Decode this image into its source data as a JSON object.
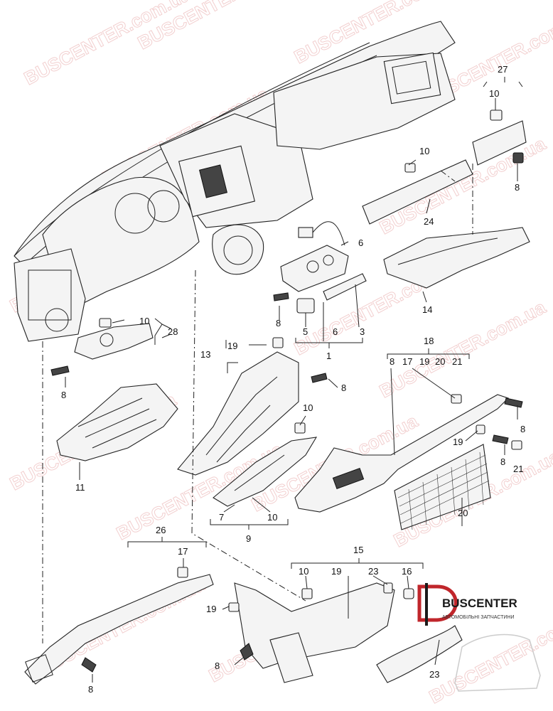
{
  "watermark": {
    "text": "BUSCENTER.com.ua",
    "color": "#e8a9a9"
  },
  "logo": {
    "name": "BUSCENTER",
    "tagline": "АВТОМОБІЛЬНІ ЗАПЧАСТИНИ",
    "accent": "#c0262b"
  },
  "labels": {
    "p27": "27",
    "p10a": "10",
    "p8a": "8",
    "p10b": "10",
    "p24": "24",
    "p6a": "6",
    "p14": "14",
    "p10c": "10",
    "p28": "28",
    "p8b": "8",
    "p5": "5",
    "p6b": "6",
    "p3": "3",
    "p1": "1",
    "p19a": "19",
    "p13": "13",
    "p8c": "8",
    "p18": "18",
    "p8d": "8",
    "p17a": "17",
    "p19b": "19",
    "p20a": "20",
    "p21a": "21",
    "p8e": "8",
    "p8f": "8",
    "p10d": "10",
    "p19c": "19",
    "p8g": "8",
    "p21b": "21",
    "p11": "11",
    "p7": "7",
    "p10e": "10",
    "p9": "9",
    "p20b": "20",
    "p26": "26",
    "p17b": "17",
    "p15": "15",
    "p10f": "10",
    "p19d": "19",
    "p23a": "23",
    "p16": "16",
    "p19e": "19",
    "p8h": "8",
    "p8i": "8",
    "p23b": "23"
  }
}
